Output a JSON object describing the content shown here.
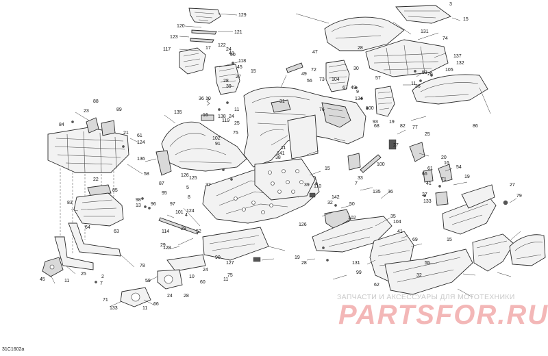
{
  "diagram_code": "31C1602a",
  "watermark": {
    "subtitle": "ЗАПЧАСТИ И АКСЕССУАРЫ ДЛЯ МОТОТЕХНИКИ",
    "logo": "PARTSFOR.RU"
  },
  "callouts": [
    "129",
    "120",
    "121",
    "123",
    "122",
    "117",
    "24",
    "17",
    "48",
    "40",
    "118",
    "45",
    "15",
    "27",
    "28",
    "39",
    "36",
    "10",
    "11",
    "135",
    "16",
    "138",
    "25",
    "119",
    "24",
    "102",
    "91",
    "75",
    "124",
    "126",
    "125",
    "37",
    "5",
    "8",
    "88",
    "89",
    "23",
    "21",
    "61",
    "136",
    "58",
    "87",
    "84",
    "22",
    "85",
    "83",
    "64",
    "63",
    "78",
    "25",
    "45",
    "11",
    "2",
    "7",
    "98",
    "13",
    "96",
    "95",
    "97",
    "101",
    "4",
    "28",
    "114",
    "128",
    "29",
    "124",
    "52",
    "90",
    "127",
    "75",
    "11",
    "60",
    "10",
    "24",
    "28",
    "59",
    "24",
    "66",
    "71",
    "133",
    "11",
    "104",
    "72",
    "56",
    "31",
    "76",
    "73",
    "49",
    "47",
    "30",
    "104",
    "67",
    "49",
    "9",
    "134",
    "100",
    "93",
    "68",
    "38",
    "39",
    "126",
    "15",
    "141",
    "11",
    "100",
    "110",
    "7",
    "135",
    "36",
    "33",
    "142",
    "32",
    "50",
    "102",
    "35",
    "19",
    "28",
    "131",
    "99",
    "62",
    "41",
    "69",
    "55",
    "32",
    "15",
    "86",
    "3",
    "15",
    "131",
    "74",
    "28",
    "137",
    "132",
    "53",
    "26",
    "105",
    "11",
    "36",
    "57",
    "19",
    "82",
    "77",
    "27",
    "25",
    "20",
    "16",
    "54",
    "61",
    "66",
    "19",
    "41",
    "27",
    "133",
    "71",
    "27",
    "79"
  ]
}
